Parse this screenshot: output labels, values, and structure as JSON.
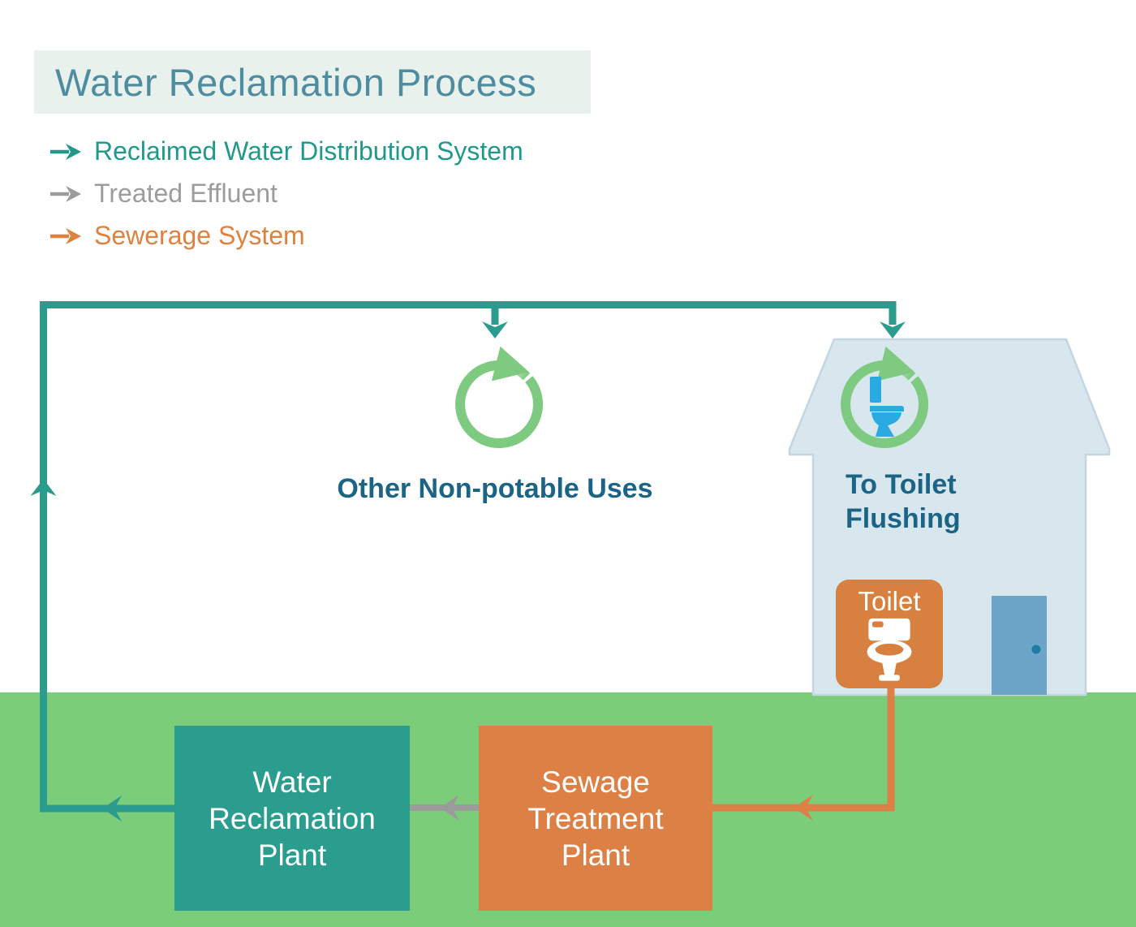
{
  "title": {
    "text": "Water Reclamation Process"
  },
  "legend": {
    "items": [
      {
        "label": "Reclaimed Water Distribution System",
        "color": "#21998A",
        "icon": "right-arrow-icon"
      },
      {
        "label": "Treated Effluent",
        "color": "#9C9C9C",
        "icon": "right-arrow-icon"
      },
      {
        "label": "Sewerage System",
        "color": "#E0813D",
        "icon": "right-arrow-icon"
      }
    ]
  },
  "diagram": {
    "non_potable": {
      "label": "Other Non-potable Uses",
      "icon": "recycle-icon"
    },
    "house": {
      "label_line1": "To Toilet",
      "label_line2": "Flushing",
      "icons": [
        "recycle-icon",
        "toilet-icon"
      ]
    },
    "toilet_sign": {
      "label": "Toilet",
      "icon": "toilet-icon"
    },
    "water_reclamation_plant": {
      "line1": "Water",
      "line2": "Reclamation",
      "line3": "Plant"
    },
    "sewage_treatment_plant": {
      "line1": "Sewage",
      "line2": "Treatment",
      "line3": "Plant"
    }
  },
  "colors": {
    "title_text": "#4E8CA2",
    "title_background": "#E8F1EB",
    "reclaimed_water_teal": "#2A9C8E",
    "wrp_box_teal": "#2A9D8F",
    "treated_effluent_gray": "#9B9B9B",
    "sewerage_orange": "#DD8045",
    "toilet_sign_orange": "#D8803F",
    "ground_green": "#7CCD7A",
    "recycle_green": "#7DCA80",
    "house_fill": "#D8E7EE",
    "house_outline": "#C4D6E0",
    "door_blue": "#6BA6C8",
    "door_knob_blue": "#1E7AA6",
    "toilet_glyph_blue": "#29ABE2",
    "label_dark_blue": "#1C6486",
    "white": "#FFFFFF"
  }
}
